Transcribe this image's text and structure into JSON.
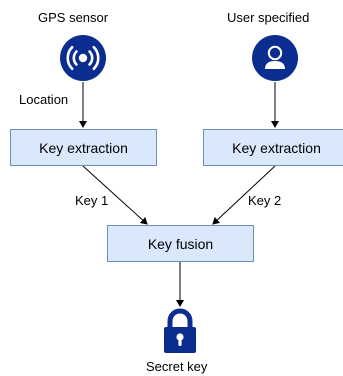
{
  "nodes": {
    "gps_title": "GPS sensor",
    "user_title": "User specified",
    "key_extraction_left": "Key extraction",
    "key_extraction_right": "Key extraction",
    "key_fusion": "Key fusion",
    "secret_key": "Secret key"
  },
  "edges": {
    "location": "Location",
    "key1": "Key 1",
    "key2": "Key 2"
  },
  "icons": {
    "gps": "wireless-signal-icon",
    "user": "user-profile-icon",
    "secret": "lock-icon"
  },
  "colors": {
    "box_fill": "#dae8fc",
    "box_stroke": "#6c8ebf",
    "icon_fill": "#0a2d8f",
    "arrow": "#000000"
  }
}
